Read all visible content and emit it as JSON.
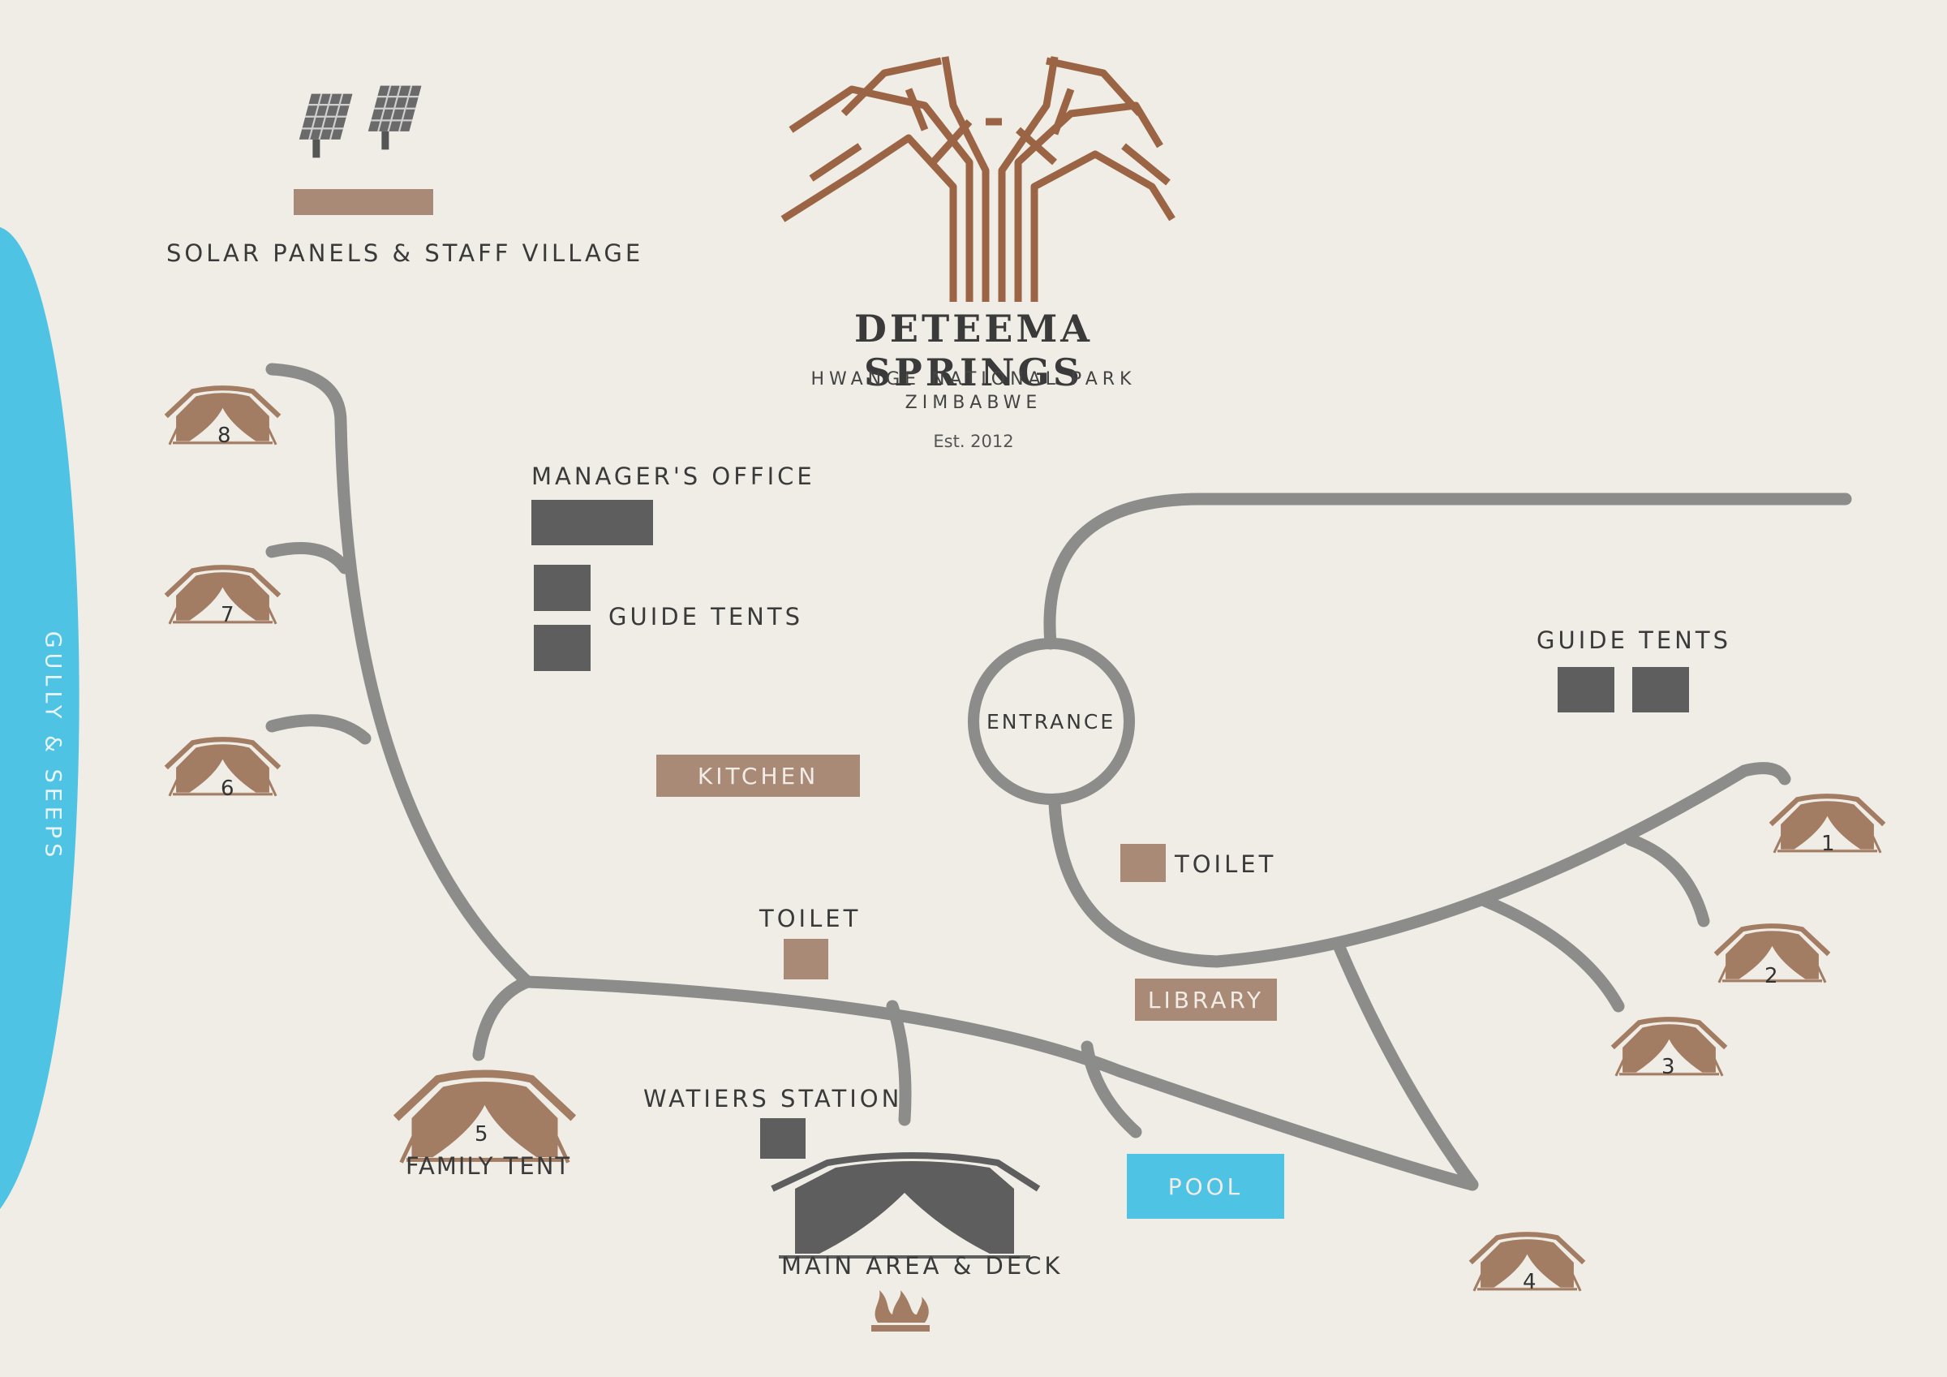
{
  "colors": {
    "background": "#efede6",
    "path": "#8c8c8a",
    "water": "#4fc3e4",
    "tent": "#a37d63",
    "building_gray": "#5e5e5e",
    "building_tan": "#a98a76",
    "logo": "#9a6445"
  },
  "header": {
    "title": "DETEEMA SPRINGS",
    "subtitle_line1": "HWANGE NATIONAL PARK",
    "subtitle_line2": "ZIMBABWE",
    "established": "Est. 2012",
    "logo_icon": "tree-logo-icon"
  },
  "water": {
    "label": "GULLY & SEEPS"
  },
  "labels": {
    "solar": "SOLAR PANELS & STAFF VILLAGE",
    "managers_office": "MANAGER'S OFFICE",
    "guide_tents_left": "GUIDE TENTS",
    "guide_tents_right": "GUIDE TENTS",
    "kitchen": "KITCHEN",
    "toilet_left": "TOILET",
    "toilet_right": "TOILET",
    "entrance": "ENTRANCE",
    "library": "LIBRARY",
    "waiters_station": "WATIERS STATION",
    "pool": "POOL",
    "family_tent": "FAMILY TENT",
    "main_area": "MAIN AREA & DECK"
  },
  "tents": [
    {
      "number": "1"
    },
    {
      "number": "2"
    },
    {
      "number": "3"
    },
    {
      "number": "4"
    },
    {
      "number": "5"
    },
    {
      "number": "6"
    },
    {
      "number": "7"
    },
    {
      "number": "8"
    }
  ],
  "icons": [
    "solar-panel-icon",
    "tent-icon",
    "fire-icon",
    "tree-logo-icon"
  ]
}
